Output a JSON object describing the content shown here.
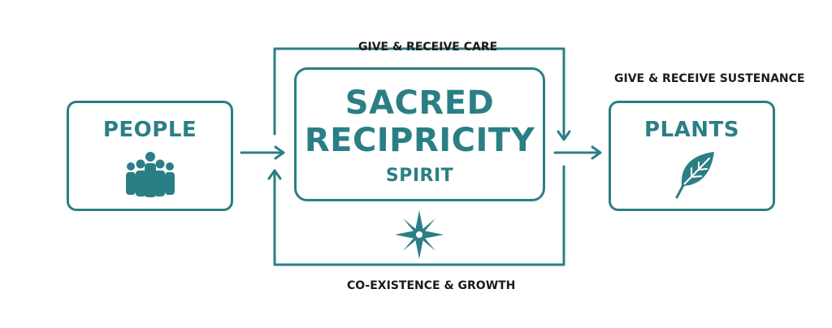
{
  "colors": {
    "accent": "#2a7f85",
    "text": "#1b1b1b",
    "background": "#ffffff"
  },
  "nodes": {
    "people": {
      "title": "PEOPLE",
      "icon": "group-of-people-icon"
    },
    "center": {
      "title_line1": "SACRED",
      "title_line2": "RECIPRICITY",
      "subtitle": "SPIRIT",
      "icon": "compass-star-icon"
    },
    "plants": {
      "title": "PLANTS",
      "icon": "leaf-icon"
    }
  },
  "labels": {
    "top": "GIVE & RECEIVE CARE",
    "right": "GIVE & RECEIVE SUSTENANCE",
    "bottom": "CO-EXISTENCE & GROWTH"
  }
}
